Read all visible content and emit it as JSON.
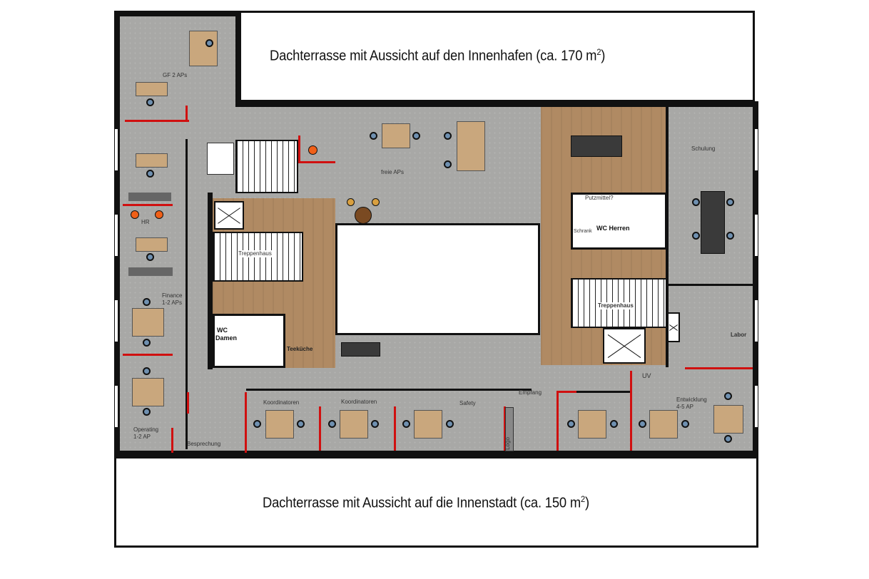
{
  "terraces": {
    "north": {
      "text": "Dachterrasse mit Aussicht auf den Innenhafen (ca. 170 m",
      "sup": "2",
      "close": ")"
    },
    "south": {
      "text": "Dachterrasse mit Aussicht auf die Innenstadt (ca. 150 m",
      "sup": "2",
      "close": ")"
    }
  },
  "rooms": {
    "gf": "GF 2 APs",
    "hr": "HR",
    "finance_1": "Finance",
    "finance_2": "1-2 APs",
    "operating_1": "Operating",
    "operating_2": "1-2 AP",
    "besprechung": "Besprechung",
    "treppenhaus_left": "Treppenhaus",
    "wc_damen_1": "WC",
    "wc_damen_2": "Damen",
    "teekueche": "Teeküche",
    "freie_aps": "freie APs",
    "koordinatoren_1": "Koordinatoren",
    "koordinatoren_2": "Koordinatoren",
    "safety": "Safety",
    "empfang": "Empfang",
    "logo": "Logo",
    "uv": "UV",
    "entwicklung_1": "Entwicklung",
    "entwicklung_2": "4-5 AP",
    "labor": "Labor",
    "schulung": "Schulung",
    "putzmittel": "Putzmittel?",
    "schrank": "Schrank",
    "wc_herren": "WC Herren",
    "treppenhaus_right": "Treppenhaus"
  },
  "colors": {
    "floor": "#a8a8a6",
    "wood": "#b08a63",
    "wall": "#111111",
    "accent_wall": "#d01010"
  }
}
